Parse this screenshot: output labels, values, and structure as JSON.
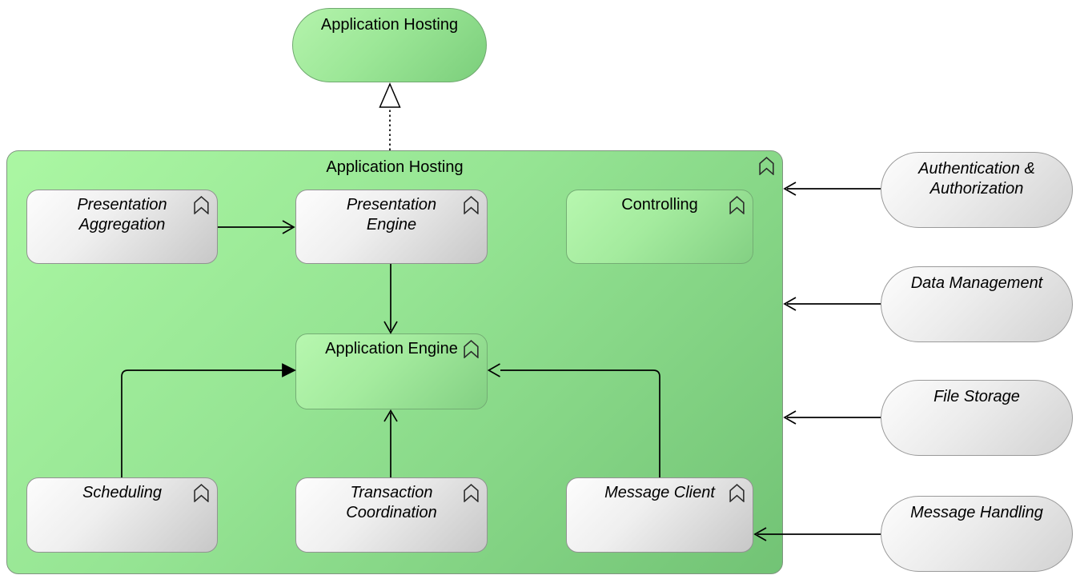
{
  "top_node": {
    "label": "Application Hosting",
    "type": "application-service"
  },
  "container": {
    "title": "Application Hosting",
    "icon": "function-icon"
  },
  "functions": {
    "presentation_aggregation": {
      "label": "Presentation\nAggregation",
      "style": "abstract-gray-italic",
      "icon": "function-icon"
    },
    "presentation_engine": {
      "label": "Presentation\nEngine",
      "style": "abstract-gray-italic",
      "icon": "function-icon"
    },
    "controlling": {
      "label": "Controlling",
      "style": "concrete-green",
      "icon": "function-icon"
    },
    "application_engine": {
      "label": "Application Engine",
      "style": "concrete-green",
      "icon": "function-icon"
    },
    "scheduling": {
      "label": "Scheduling",
      "style": "abstract-gray-italic",
      "icon": "function-icon"
    },
    "transaction_coordination": {
      "label": "Transaction\nCoordination",
      "style": "abstract-gray-italic",
      "icon": "function-icon"
    },
    "message_client": {
      "label": "Message Client",
      "style": "abstract-gray-italic",
      "icon": "function-icon"
    }
  },
  "services": {
    "auth": {
      "label": "Authentication &\nAuthorization"
    },
    "data_management": {
      "label": "Data Management"
    },
    "file_storage": {
      "label": "File Storage"
    },
    "message_handling": {
      "label": "Message Handling"
    }
  },
  "relations": [
    {
      "from": "container-application-hosting",
      "to": "node-application-hosting-service",
      "type": "realization-dotted-hollow-triangle"
    },
    {
      "from": "presentation-aggregation",
      "to": "presentation-engine",
      "type": "serving-open-arrow"
    },
    {
      "from": "presentation-engine",
      "to": "application-engine",
      "type": "serving-open-arrow"
    },
    {
      "from": "scheduling",
      "to": "application-engine",
      "type": "triggering-filled-arrow"
    },
    {
      "from": "transaction-coordination",
      "to": "application-engine",
      "type": "serving-open-arrow"
    },
    {
      "from": "message-client",
      "to": "application-engine",
      "type": "serving-open-arrow"
    },
    {
      "from": "authentication-authorization",
      "to": "container-application-hosting",
      "type": "serving-open-arrow"
    },
    {
      "from": "data-management",
      "to": "container-application-hosting",
      "type": "serving-open-arrow"
    },
    {
      "from": "file-storage",
      "to": "container-application-hosting",
      "type": "serving-open-arrow"
    },
    {
      "from": "message-handling",
      "to": "message-client",
      "type": "serving-open-arrow"
    }
  ],
  "icons": {
    "function_icon": "upward-chevron-outline"
  },
  "colors": {
    "container_green_light": "#abf7a3",
    "container_green_dark": "#72c375",
    "node_green_light": "#b7f7af",
    "node_green_dark": "#83d083",
    "node_gray_light": "#fdfdfd",
    "node_gray_dark": "#c7c7c7",
    "edge_black": "#000000"
  }
}
